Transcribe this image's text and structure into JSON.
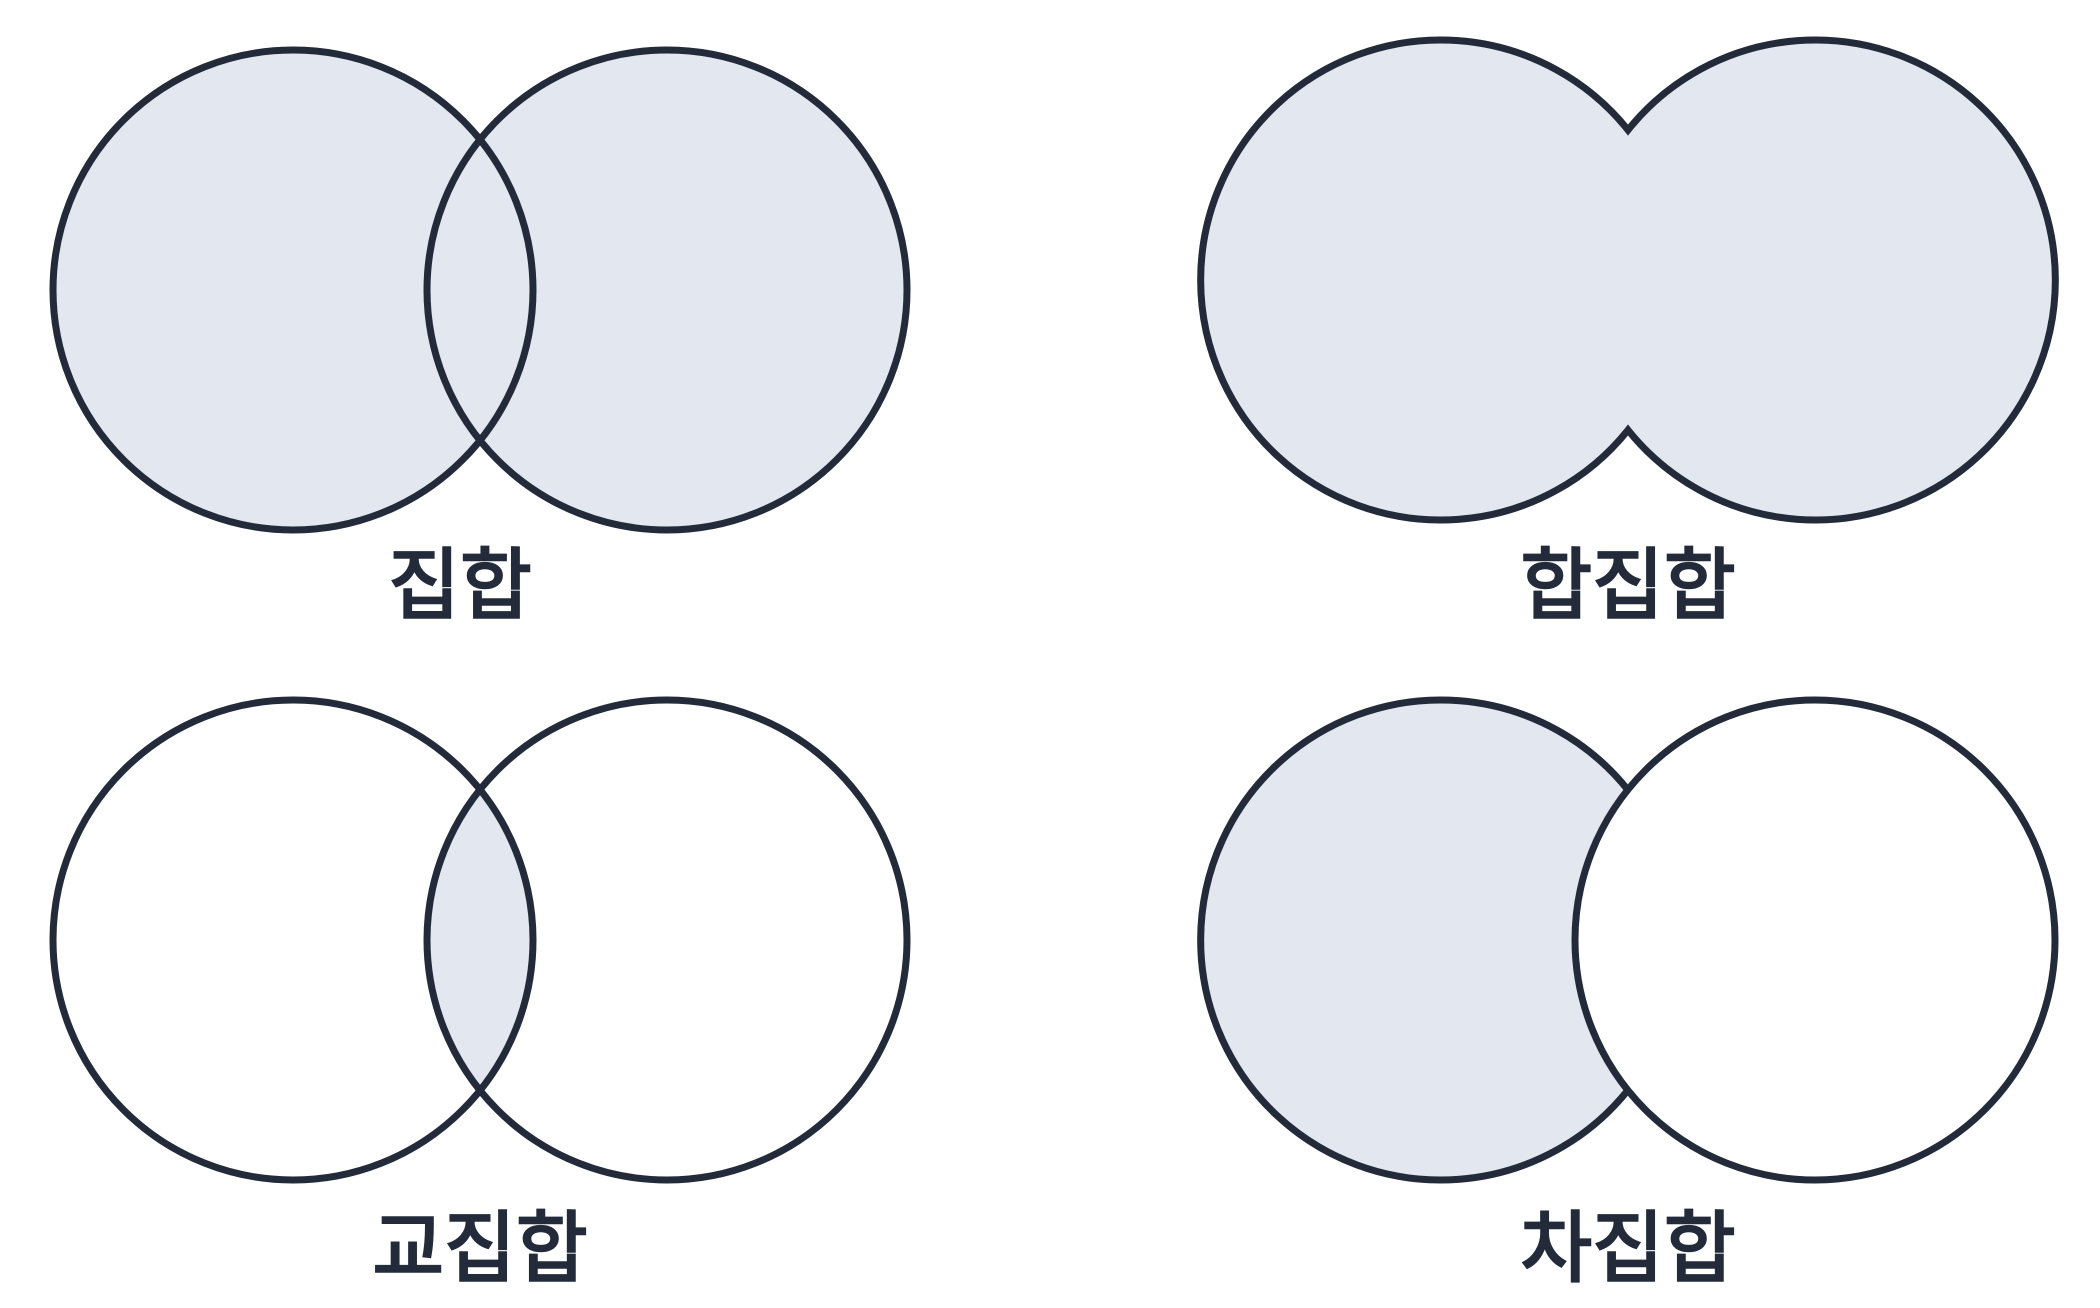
{
  "colors": {
    "stroke": "#232b3b",
    "shaded": "#e2e7f0",
    "background": "#ffffff"
  },
  "panels": [
    {
      "id": "set",
      "label": "집합",
      "shading": "both-circles-separately"
    },
    {
      "id": "union",
      "label": "합집합",
      "shading": "union-merged"
    },
    {
      "id": "intersection",
      "label": "교집합",
      "shading": "intersection-only"
    },
    {
      "id": "difference",
      "label": "차집합",
      "shading": "left-minus-right"
    }
  ]
}
